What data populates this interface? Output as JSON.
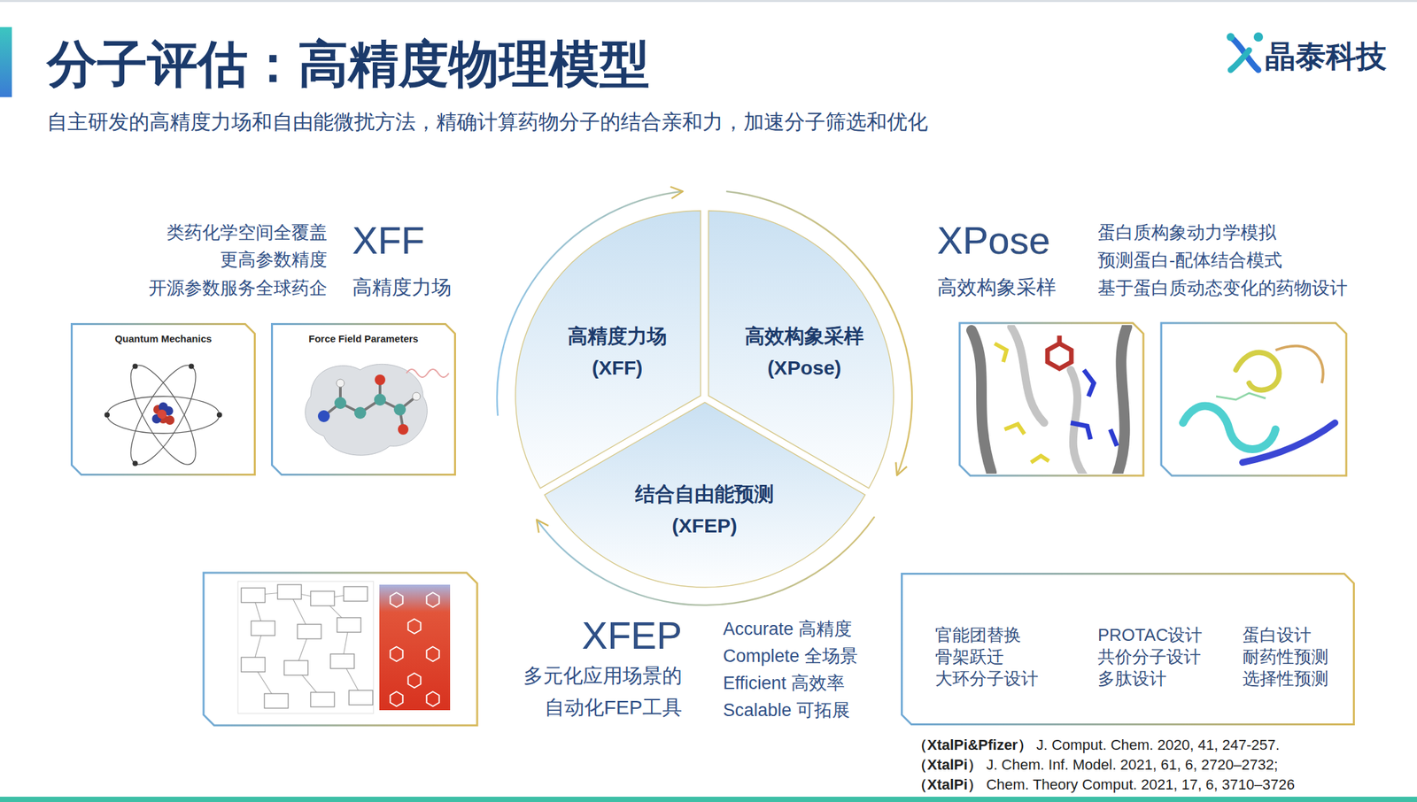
{
  "diagram": {
    "title": "分子评估：高精度物理模型",
    "caption": "自主研发的高精度力场和自由能微扰方法，精确计算药物分子的结合亲和力，加速分子筛选和优化",
    "nodes": [
      {
        "text": [
          "Quantum Mechanics"
        ]
      },
      {
        "text": [
          "Force Field Parameters"
        ]
      },
      {
        "text": [
          "高精度力场 (XFF)"
        ]
      },
      {
        "text": [
          "高效构象采样 (XPose)"
        ]
      },
      {
        "text": [
          "结合自由能预测 (XFEP)"
        ]
      },
      {
        "text": [
          "官能团替换",
          "骨架跃迁",
          "大环分子设计",
          "PROTAC设计",
          "共价分子设计",
          "多肽设计",
          "蛋白设计",
          "耐药性预测",
          "选择性预测"
        ]
      }
    ],
    "labels": [
      "晶泰科技",
      "类药化学空间全覆盖",
      "更高参数精度",
      "开源参数服务全球药企",
      "XFF",
      "高精度力场",
      "XPose",
      "高效构象采样",
      "蛋白质构象动力学模拟",
      "预测蛋白-配体结合模式",
      "基于蛋白质动态变化的药物设计",
      "XFEP",
      "多元化应用场景的 自动化FEP工具",
      "Accurate 高精度",
      "Complete 全场景",
      "Efficient 高效率",
      "Scalable 可拓展",
      "（XtalPi&Pfizer）",
      "J. Comput. Chem. 2020, 41, 247-257.",
      "（XtalPi）",
      "J. Chem. Inf. Model. 2021, 61, 6, 2720–2732;",
      "（XtalPi）",
      "Chem. Theory Comput. 2021, 17, 6, 3710–3726"
    ]
  }
}
